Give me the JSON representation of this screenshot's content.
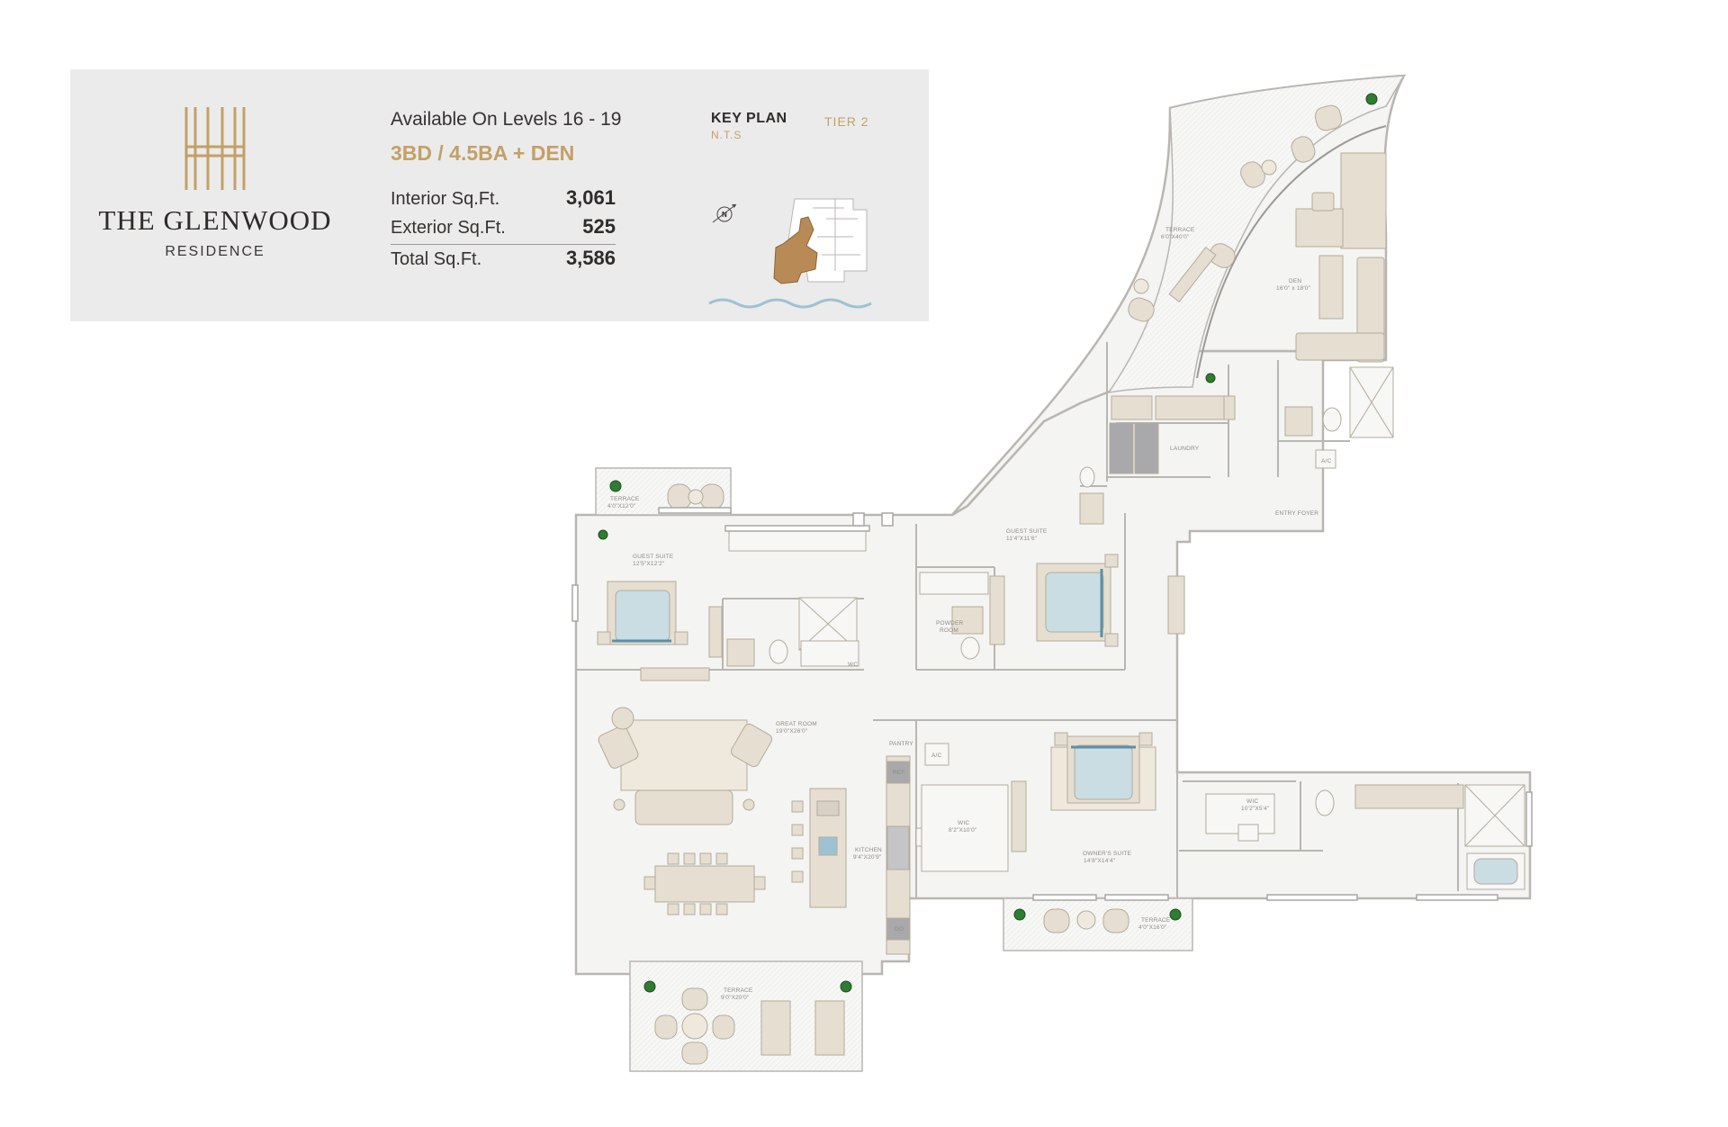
{
  "brand": {
    "name": "THE GLENWOOD",
    "subtitle": "RESIDENCE"
  },
  "availability": "Available On Levels 16 - 19",
  "unit_type": "3BD / 4.5BA + DEN",
  "sqft": [
    {
      "label": "Interior Sq.Ft.",
      "value": "3,061"
    },
    {
      "label": "Exterior Sq.Ft.",
      "value": "525"
    },
    {
      "label": "Total Sq.Ft.",
      "value": "3,586"
    }
  ],
  "key_plan": {
    "title": "KEY PLAN",
    "nts": "N.T.S",
    "tier": "TIER 2",
    "compass": "N"
  },
  "rooms": {
    "terrace_den": "TERRACE",
    "terrace_den_dim": "6'0\"X40'0\"",
    "den": "DEN",
    "den_dim": "16'0\" x 18'0\"",
    "laundry": "LAUNDRY",
    "ac_entry": "A/C",
    "entry_foyer": "ENTRY FOYER",
    "terrace_nw": "TERRACE",
    "terrace_nw_dim": "4'0\"X12'0\"",
    "guest_suite_1": "GUEST SUITE",
    "guest_suite_1_dim": "12'5\"X12'2\"",
    "wc": "WC",
    "guest_suite_2": "GUEST SUITE",
    "guest_suite_2_dim": "11'4\"X11'6\"",
    "powder_room_1": "POWDER",
    "powder_room_2": "ROOM",
    "great_room": "GREAT ROOM",
    "great_room_dim": "19'0\"X26'0\"",
    "pantry": "PANTRY",
    "ref": "REF",
    "ac_kitchen": "A/C",
    "kitchen": "KITCHEN",
    "kitchen_dim": "9'4\"X20'9\"",
    "do": "DO",
    "wic_1": "WIC",
    "wic_1_dim": "8'2\"X10'0\"",
    "owners_suite": "OWNER'S SUITE",
    "owners_suite_dim": "14'8\"X14'4\"",
    "wic_2": "WIC",
    "wic_2_dim": "10'2\"X5'4\"",
    "terrace_owner": "TERRACE",
    "terrace_owner_dim": "4'0\"X16'0\"",
    "terrace_great": "TERRACE",
    "terrace_great_dim": "9'0\"X20'0\""
  },
  "colors": {
    "panel": "#ebebeb",
    "gold": "#c3a067",
    "floor": "#f4f4f2",
    "wall": "#b9b6b2",
    "furniture": "#e6dfd1",
    "bed": "#c9dde3",
    "water": "#9ec2d3",
    "plant": "#2e7d32"
  }
}
